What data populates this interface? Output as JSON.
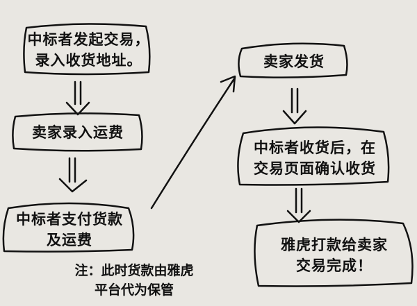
{
  "title": "雅虎拍卖交易流程",
  "steps": [
    {
      "line1": "中标者发起交易，",
      "line2": "录入收货地址。"
    },
    {
      "line1": "卖家录入运费"
    },
    {
      "line1": "中标者支付货款",
      "line2": "及运费"
    },
    {
      "line1": "卖家发货"
    },
    {
      "line1": "中标者收货后，在",
      "line2": "交易页面确认收货"
    },
    {
      "line1": "雅虎打款给卖家",
      "line2": "交易完成！"
    }
  ],
  "note": {
    "line1": "注：此时货款由雅虎",
    "line2": "平台代为保管"
  },
  "colors": {
    "paper": "#e9e7e2",
    "ink": "#111111"
  }
}
